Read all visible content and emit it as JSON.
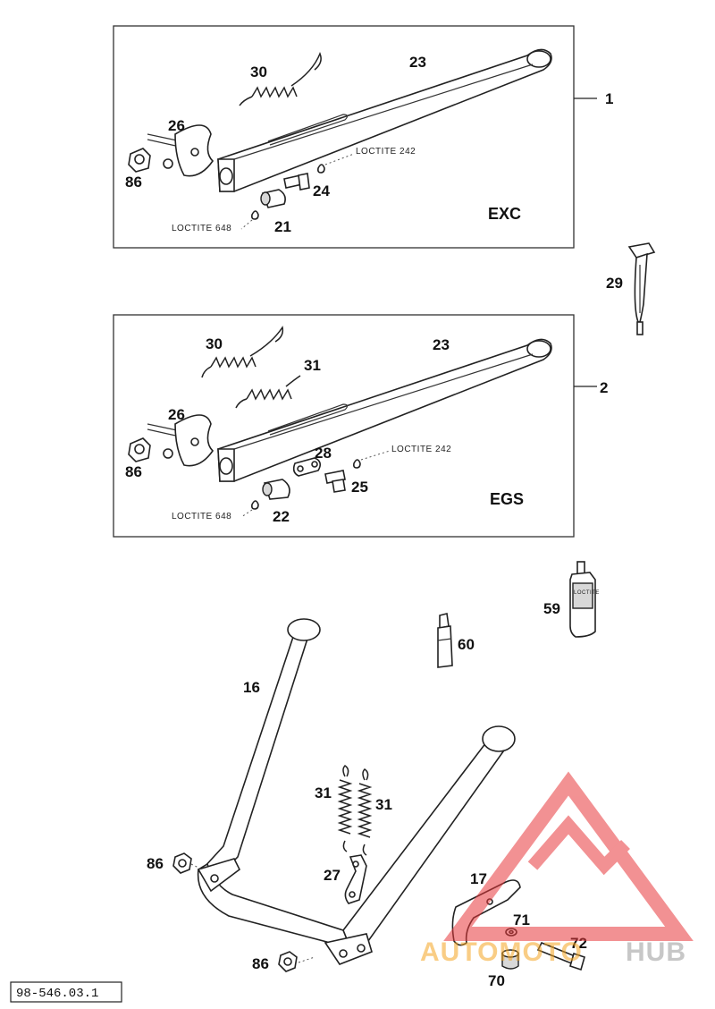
{
  "diagram_code": "98-546.03.1",
  "watermark": {
    "text_left": "AUTOMOTO",
    "text_right": "HUB",
    "color_red": "#e8383b",
    "color_orange": "#f5a623",
    "color_gray": "#9a9a9a"
  },
  "box_exc": {
    "variant": "EXC",
    "ref": "1",
    "loctite_a": "LOCTITE 242",
    "loctite_b": "LOCTITE 648",
    "labels": {
      "p30": "30",
      "p23": "23",
      "p26": "26",
      "p86": "86",
      "p24": "24",
      "p21": "21"
    }
  },
  "box_egs": {
    "variant": "EGS",
    "ref": "2",
    "loctite_a": "LOCTITE 242",
    "loctite_b": "LOCTITE 648",
    "labels": {
      "p30": "30",
      "p31": "31",
      "p23": "23",
      "p26": "26",
      "p86": "86",
      "p28": "28",
      "p25": "25",
      "p22": "22"
    }
  },
  "loose_parts": {
    "p29": "29",
    "p59": "59",
    "p60": "60",
    "p16": "16",
    "p31a": "31",
    "p31b": "31",
    "p86a": "86",
    "p27": "27",
    "p17": "17",
    "p71": "71",
    "p72": "72",
    "p86b": "86",
    "p70": "70"
  },
  "bottle_label": "LOCTITE"
}
